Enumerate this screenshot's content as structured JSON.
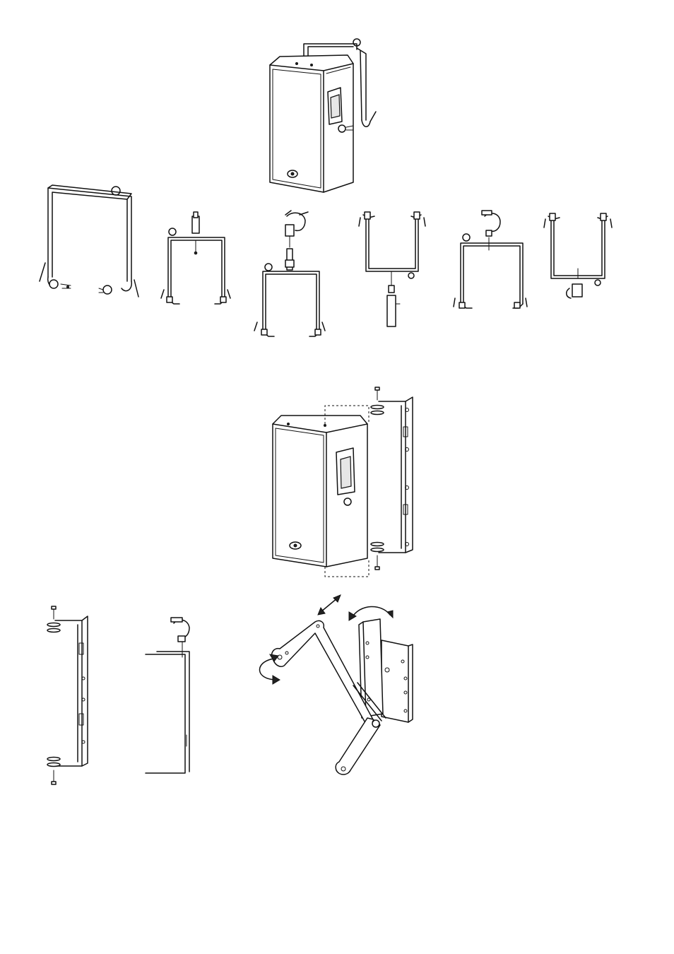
{
  "page": {
    "background": "#ffffff",
    "line_color": "#111111"
  },
  "figures": [
    "speaker-with-u-bracket",
    "u-bracket-exploded",
    "u-bracket-top-pin",
    "u-bracket-with-clamp-pole",
    "u-bracket-pole-below",
    "u-bracket-with-clamp",
    "u-bracket-inverted-with-clamp",
    "speaker-with-wall-bracket",
    "wall-bracket-side",
    "wall-bracket-with-clamp",
    "articulated-wall-mount"
  ]
}
